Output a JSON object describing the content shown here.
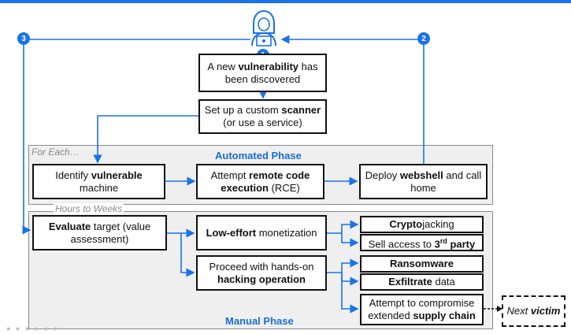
{
  "step_badges": {
    "one": "1",
    "two": "2",
    "three": "3"
  },
  "automated": {
    "title": "Automated Phase",
    "note": "For Each…"
  },
  "manual": {
    "title": "Manual Phase",
    "note": "Hours to Weeks"
  },
  "boxes": {
    "vuln": {
      "pre": "A new ",
      "bold": "vulnerability",
      "post": " has been discovered"
    },
    "scanner": {
      "pre": "Set up a custom ",
      "bold": "scanner",
      "post": " (or use a service)"
    },
    "identify": {
      "pre": "Identify ",
      "bold": "vulnerable",
      "post": " machine"
    },
    "rce": {
      "pre": "Attempt ",
      "bold": "remote code execution",
      "post": " (RCE)"
    },
    "webshell": {
      "pre": "Deploy ",
      "bold": "webshell",
      "post": " and call home"
    },
    "evaluate": {
      "bold": "Evaluate",
      "post": " target (value assessment)"
    },
    "low_effort": {
      "bold": "Low-effort",
      "post": " monetization"
    },
    "hands_on": {
      "pre": "Proceed with hands-on ",
      "bold": "hacking operation"
    },
    "crypto": {
      "bold": "Crypto",
      "post": "jacking"
    },
    "sell": {
      "pre": "Sell access to ",
      "bold": "3",
      "sup": "rd",
      "bold2": " party"
    },
    "ransom": {
      "bold": "Ransomware"
    },
    "exfil": {
      "bold": "Exfiltrate",
      "post": " data"
    },
    "supply": {
      "pre": "Attempt to compromise extended ",
      "bold": "supply chain"
    },
    "next": {
      "pre": "Next ",
      "bold": "victim"
    }
  },
  "colors": {
    "accent": "#1a73e8",
    "phase_title": "#1a6fd1",
    "arrow": "#1a73e8"
  },
  "icons": {
    "attacker": "hooded-hacker-icon"
  }
}
